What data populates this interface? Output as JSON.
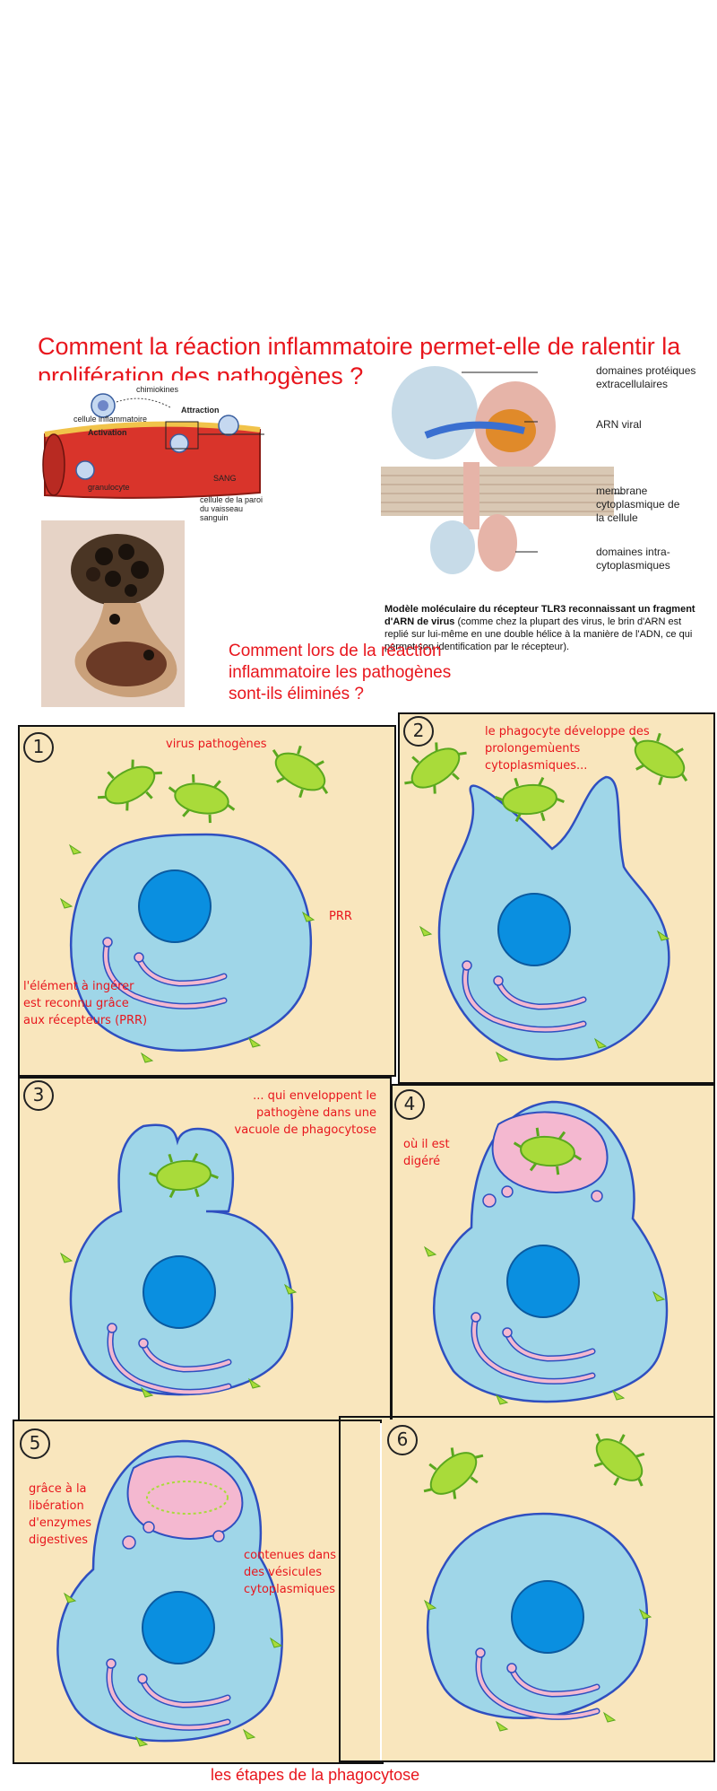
{
  "question_main": "Comment la réaction inflammatoire permet-elle de ralentir la prolifération des pathogènes ?",
  "question_second": "Comment lors de la réaction inflammatoire les pathogènes sont-ils éliminés ?",
  "footer_caption": "les étapes de la phagocytose",
  "vessel_figure": {
    "labels": {
      "chemokines": "chimiokines",
      "inflammatory_cell": "cellule inflammatoire",
      "attraction": "Attraction",
      "activation": "Activation",
      "granulocyte": "granulocyte",
      "blood": "SANG",
      "wall_cell": "cellule de la paroi du vaisseau sanguin"
    }
  },
  "tlr3_figure": {
    "labels": {
      "extracellular": "domaines protéiques extracellulaires",
      "viral_rna": "ARN viral",
      "membrane": "membrane cytoplasmique de la cellule",
      "intracellular": "domaines intra-cytoplasmiques"
    },
    "caption_bold": "Modèle moléculaire du récepteur TLR3 reconnaissant un fragment d'ARN de virus",
    "caption_rest": " (comme chez la plupart des virus, le brin d'ARN est replié sur lui-même en une double hélice à la manière de l'ADN, ce qui permet son identification par le récepteur)."
  },
  "panels": [
    {
      "number": "1",
      "notes": [
        "virus pathogènes",
        "PRR",
        "l'élément à ingérer est reconnu grâce aux récepteurs (PRR)"
      ]
    },
    {
      "number": "2",
      "notes": [
        "le phagocyte développe des prolongemùents cytoplasmiques..."
      ]
    },
    {
      "number": "3",
      "notes": [
        "... qui enveloppent le pathogène dans une vacuole de phagocytose"
      ]
    },
    {
      "number": "4",
      "notes": [
        "où il est digéré"
      ]
    },
    {
      "number": "5",
      "notes": [
        "grâce à la libération d'enzymes digestives",
        "contenues dans des vésicules cytoplasmiques"
      ]
    },
    {
      "number": "6",
      "notes": []
    }
  ],
  "colors": {
    "question": "#e8161d",
    "panel_bg": "#f9e6bd",
    "cell": "#9fd6e8",
    "nucleus": "#0a8fe0",
    "virus": "#a9db3a",
    "vacuole": "#f4b8d0"
  }
}
